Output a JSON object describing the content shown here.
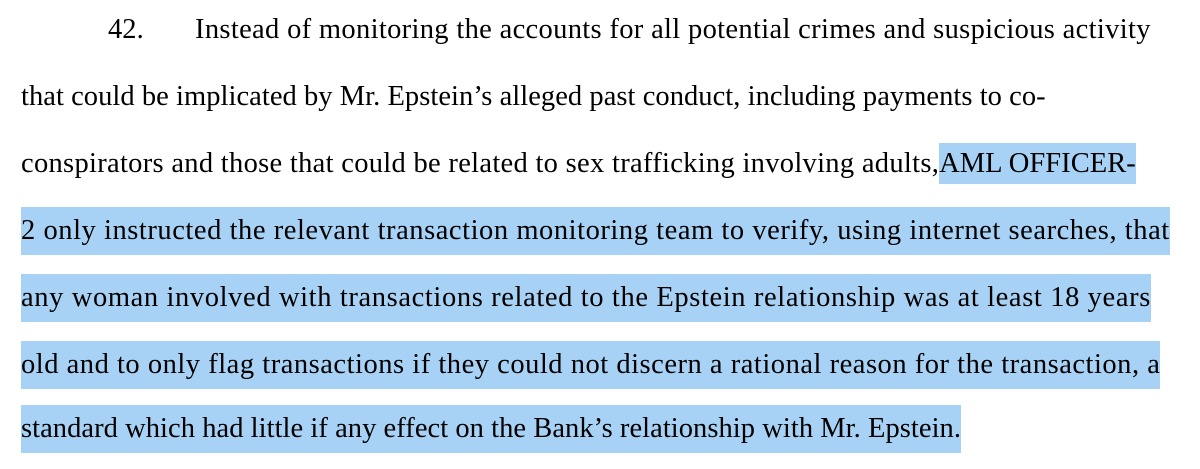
{
  "document": {
    "paragraph_number": "42.",
    "highlight_color": "#a8d2f5",
    "text_color": "#000000",
    "background_color": "#ffffff",
    "full_text": "42. Instead of monitoring the accounts for all potential crimes and suspicious activity that could be implicated by Mr. Epstein's alleged past conduct, including payments to co-conspirators and those that could be related to sex trafficking involving adults, AML OFFICER-2 only instructed the relevant transaction monitoring team to verify, using internet searches, that any woman involved with transactions related to the Epstein relationship was at least 18 years old and to only flag transactions if they could not discern a rational reason for the transaction, a standard which had little if any effect on the Bank's relationship with Mr. Epstein.",
    "highlighted_text": "AML OFFICER-2 only instructed the relevant transaction monitoring team to verify, using internet searches, that any woman involved with transactions related to the Epstein relationship was at least 18 years old and to only flag transactions if they could not discern a rational reason for the transaction, a standard which had little if any effect on the Bank's relationship with Mr. Epstein.",
    "lines": [
      {
        "id": "line-1",
        "plain_before": "Instead of monitoring the accounts for all potential crimes and suspicious activity",
        "highlighted": "",
        "plain_after": "",
        "has_paragraph_number": true
      },
      {
        "id": "line-2",
        "plain_before": "that could be implicated by Mr. Epstein’s alleged past conduct, including payments to co-",
        "highlighted": "",
        "plain_after": "",
        "has_paragraph_number": false
      },
      {
        "id": "line-3",
        "plain_before": "conspirators and those that could be related to sex trafficking involving adults, ",
        "highlighted": "AML OFFICER-",
        "plain_after": "",
        "has_paragraph_number": false
      },
      {
        "id": "line-4",
        "plain_before": "",
        "highlighted": "2 only instructed the relevant transaction monitoring team to verify, using internet searches, that",
        "plain_after": "",
        "has_paragraph_number": false
      },
      {
        "id": "line-5",
        "plain_before": "",
        "highlighted": "any woman involved with transactions related to the Epstein relationship was at least 18 years",
        "plain_after": "",
        "has_paragraph_number": false
      },
      {
        "id": "line-6",
        "plain_before": "",
        "highlighted": "old and to only flag transactions if they could not discern a rational reason for the transaction, a",
        "plain_after": "",
        "has_paragraph_number": false
      },
      {
        "id": "line-7",
        "plain_before": "",
        "highlighted": "standard which had little if any effect on the Bank’s relationship with Mr. Epstein.",
        "plain_after": "",
        "has_paragraph_number": false
      }
    ]
  }
}
